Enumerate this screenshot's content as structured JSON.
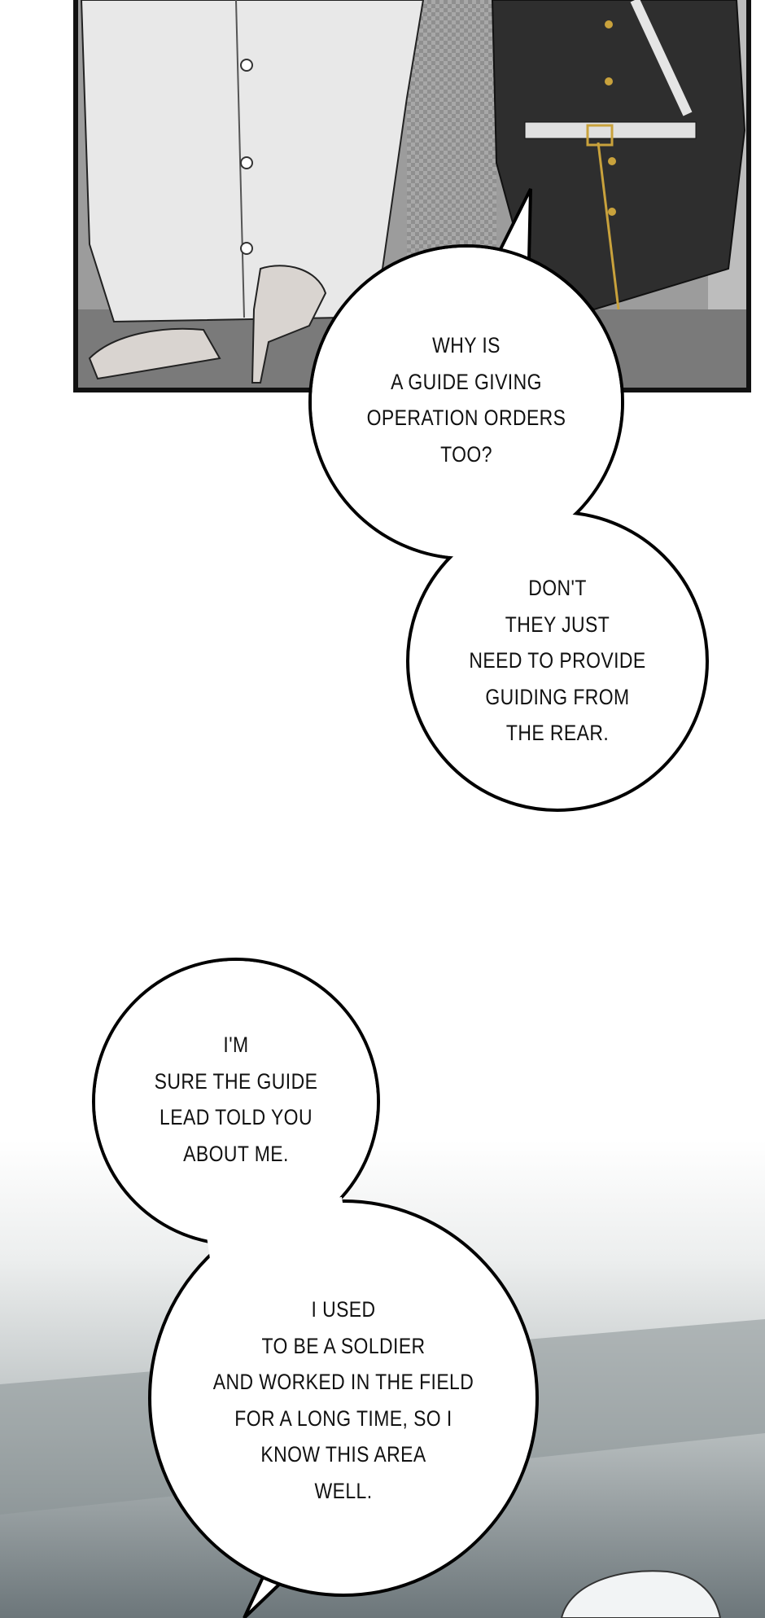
{
  "panel": {
    "description_colors": {
      "coat": "#e6e6e6",
      "uniform": "#2b2b2b",
      "background": "#9a9a9a"
    }
  },
  "bubbles": [
    {
      "lines": [
        "WHY IS",
        "A GUIDE GIVING",
        "OPERATION ORDERS",
        "TOO?"
      ]
    },
    {
      "lines": [
        "DON'T",
        "THEY JUST",
        "NEED TO PROVIDE",
        "GUIDING FROM",
        "THE REAR."
      ]
    },
    {
      "lines": [
        "I'M",
        "SURE THE GUIDE",
        "LEAD TOLD YOU",
        "ABOUT ME."
      ]
    },
    {
      "lines": [
        "I USED",
        "TO BE A SOLDIER",
        "AND WORKED IN THE FIELD",
        "FOR A LONG TIME, SO I",
        "KNOW THIS AREA",
        "WELL."
      ]
    }
  ]
}
